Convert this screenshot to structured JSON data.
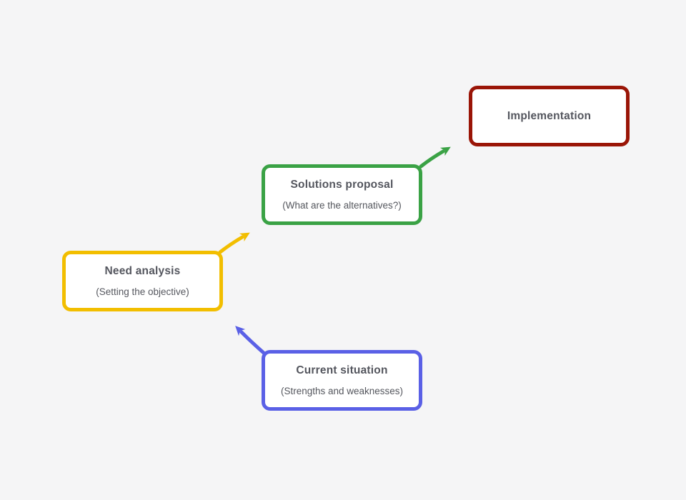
{
  "canvas": {
    "background": "#f5f5f6"
  },
  "colors": {
    "red": "#9a1507",
    "green": "#3aa245",
    "yellow": "#f2be00",
    "blue": "#5a60e6",
    "title": "#54565e",
    "subtitle": "#55575e",
    "nodebg": "#ffffff",
    "canvasbg": "#f5f5f6"
  },
  "diagram": {
    "type": "flow-steps",
    "nodes": [
      {
        "id": "current-situation",
        "title": "Current situation",
        "subtitle": "(Strengths and weaknesses)",
        "accent": "#5a60e6"
      },
      {
        "id": "need-analysis",
        "title": "Need analysis",
        "subtitle": "(Setting the objective)",
        "accent": "#f2be00"
      },
      {
        "id": "solutions-proposal",
        "title": "Solutions proposal",
        "subtitle": "(What are the alternatives?)",
        "accent": "#3aa245"
      },
      {
        "id": "implementation",
        "title": "Implementation",
        "subtitle": "",
        "accent": "#9a1507"
      }
    ],
    "edges": [
      {
        "from": "current-situation",
        "to": "need-analysis",
        "color": "#5a60e6"
      },
      {
        "from": "need-analysis",
        "to": "solutions-proposal",
        "color": "#f2be00"
      },
      {
        "from": "solutions-proposal",
        "to": "implementation",
        "color": "#3aa245"
      }
    ]
  }
}
